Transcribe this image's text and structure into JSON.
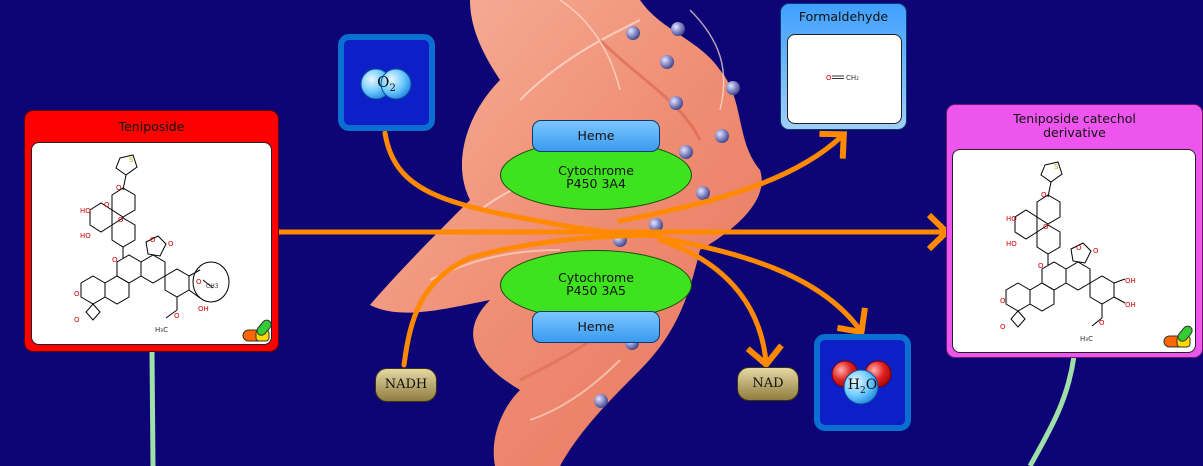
{
  "compounds": {
    "substrate": {
      "name": "Teniposide",
      "tag": "CH3"
    },
    "product": {
      "name": "Teniposide catechol derivative"
    },
    "byproduct": {
      "name": "Formaldehyde",
      "structure_label": "O=CH2"
    }
  },
  "enzymes": [
    {
      "line1": "Cytochrome",
      "line2": "P450 3A4",
      "cofactor": "Heme"
    },
    {
      "line1": "Cytochrome",
      "line2": "P450 3A5",
      "cofactor": "Heme"
    }
  ],
  "cofactors": {
    "reduced": "NADH",
    "oxidized": "NAD"
  },
  "molecules": {
    "oxygen": {
      "symbol": "O",
      "subscript": "2"
    },
    "water": {
      "symbol_h": "H",
      "subscript": "2",
      "symbol_o": "O"
    }
  },
  "colors": {
    "background": "#0d0575",
    "arrow": "#ff8a00",
    "substrate_frame": "#ff0000",
    "product_frame": "#ee55ee",
    "byproduct_frame": "#3fa0ff",
    "enzyme": "#3fe21f",
    "heme": "#5aaefc",
    "connector": "#9fe0a8"
  },
  "icons": [
    "drug-badge-icon",
    "oxygen-molecule-icon",
    "water-molecule-icon",
    "er-membrane"
  ]
}
